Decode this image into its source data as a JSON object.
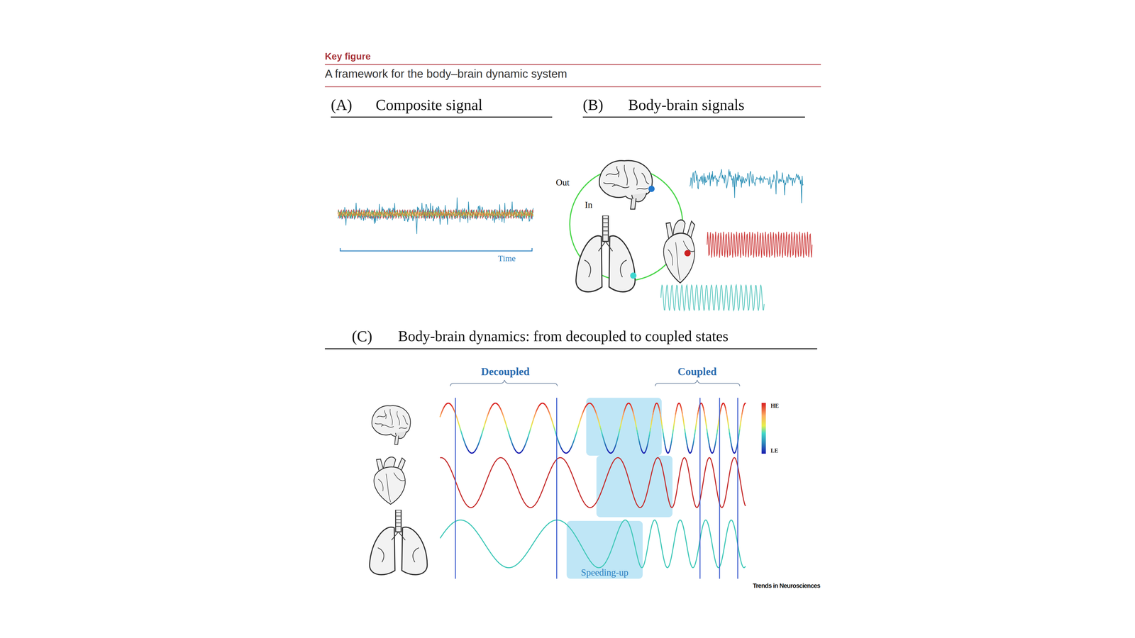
{
  "diagram": {
    "title": "A framework for the body–brain dynamic system",
    "nodes": [
      {
        "text": [
          "Speeding-up"
        ]
      }
    ],
    "labels": [
      "Key figure",
      "(A)",
      "Composite signal",
      "Time",
      "(B)",
      "Body-brain signals",
      "Out",
      "In",
      "(C)",
      "Body-brain dynamics: from decoupled to coupled states",
      "Decoupled",
      "Coupled",
      "HE",
      "LE",
      "Trends in Neurosciences"
    ]
  }
}
